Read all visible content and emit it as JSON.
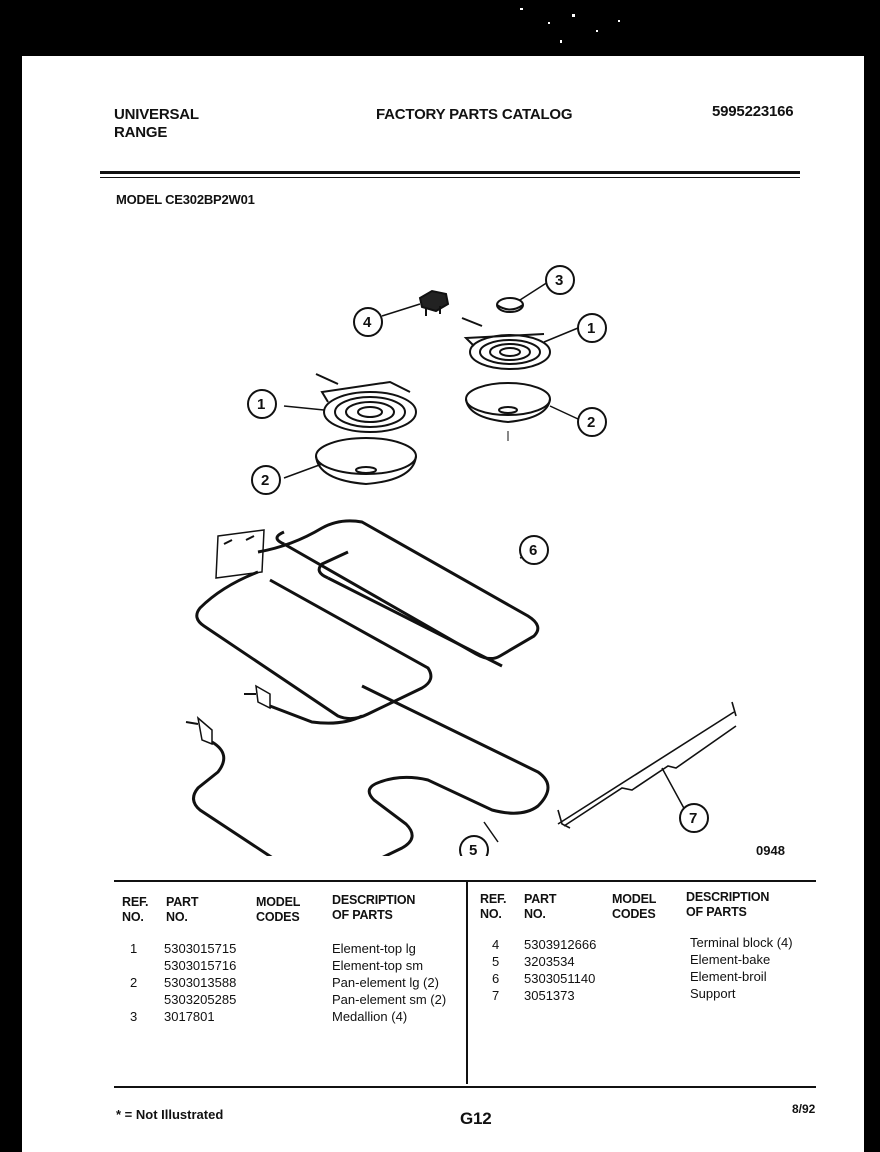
{
  "header": {
    "brand_line1": "UNIVERSAL",
    "brand_line2": "RANGE",
    "title": "FACTORY PARTS CATALOG",
    "catalog_number": "5995223166",
    "model_label": "MODEL CE302BP2W01"
  },
  "diagram": {
    "callouts": [
      "1",
      "2",
      "3",
      "4",
      "5",
      "6",
      "7"
    ],
    "figure_code": "0948"
  },
  "table": {
    "headers": {
      "ref_line1": "REF.",
      "ref_line2": "NO.",
      "part_line1": "PART",
      "part_line2": "NO.",
      "model_line1": "MODEL",
      "model_line2": "CODES",
      "desc_line1": "DESCRIPTION",
      "desc_line2": "OF PARTS"
    },
    "left_rows": [
      {
        "ref": "1",
        "part": "5303015715",
        "desc": "Element-top lg"
      },
      {
        "ref": "",
        "part": "5303015716",
        "desc": "Element-top sm"
      },
      {
        "ref": "2",
        "part": "5303013588",
        "desc": "Pan-element lg (2)"
      },
      {
        "ref": "",
        "part": "5303205285",
        "desc": "Pan-element sm (2)"
      },
      {
        "ref": "3",
        "part": "3017801",
        "desc": "Medallion (4)"
      }
    ],
    "right_rows": [
      {
        "ref": "4",
        "part": "5303912666",
        "desc": "Terminal block (4)"
      },
      {
        "ref": "5",
        "part": "3203534",
        "desc": "Element-bake"
      },
      {
        "ref": "6",
        "part": "5303051140",
        "desc": "Element-broil"
      },
      {
        "ref": "7",
        "part": "3051373",
        "desc": "Support"
      }
    ]
  },
  "footer": {
    "note": "* = Not Illustrated",
    "page_code": "G12",
    "date": "8/92"
  }
}
